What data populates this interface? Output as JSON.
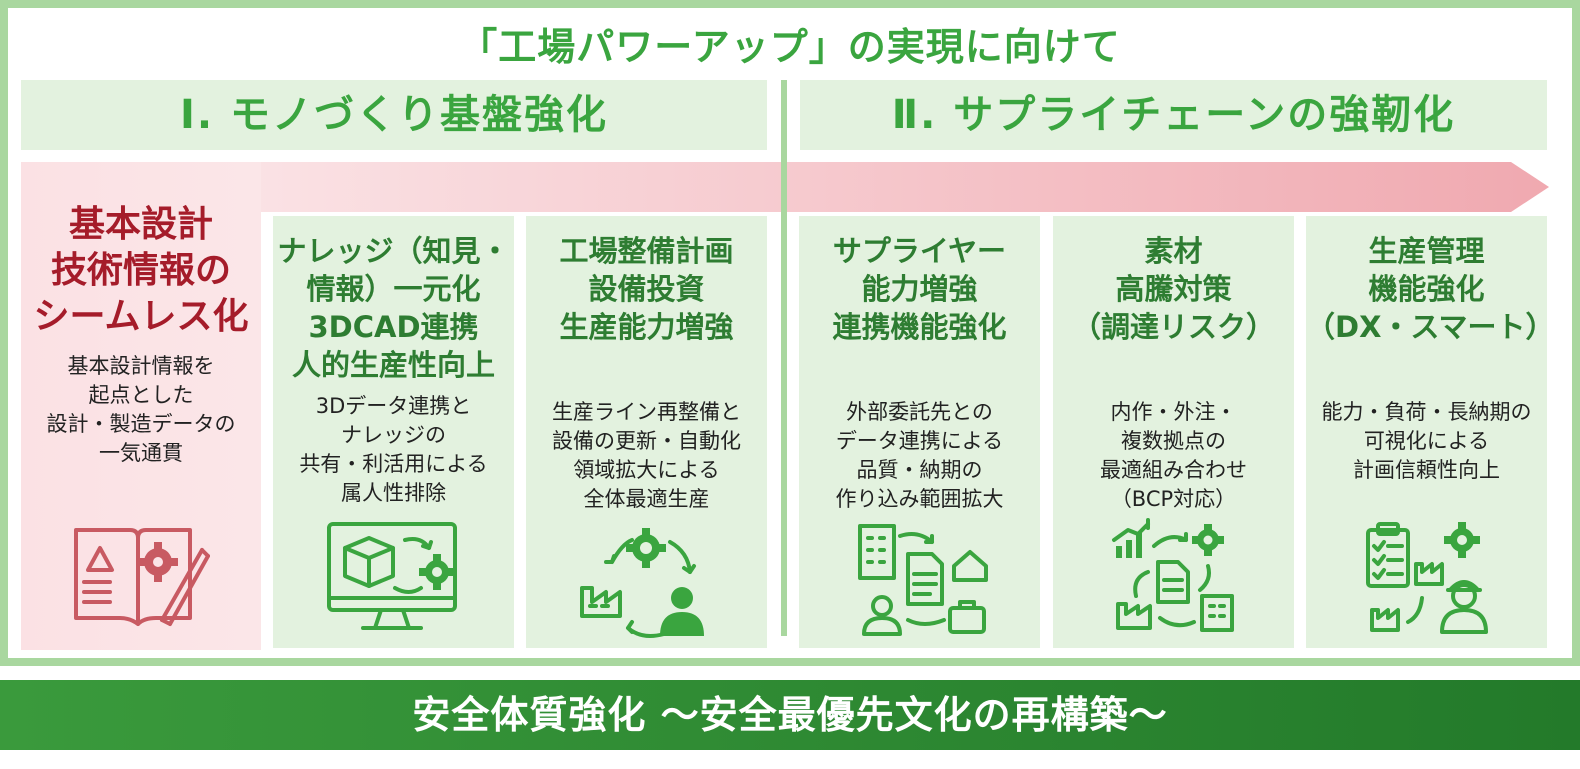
{
  "title": "「工場パワーアップ」の実現に向けて",
  "pillars": [
    {
      "label": "Ⅰ. モノづくり基盤強化"
    },
    {
      "label": "Ⅱ. サプライチェーンの強靭化"
    }
  ],
  "lead": {
    "title_lines": [
      "基本設計",
      "技術情報の",
      "シームレス化"
    ],
    "desc_lines": [
      "基本設計情報を",
      "起点とした",
      "設計・製造データの",
      "一気通貫"
    ]
  },
  "cards": [
    {
      "title_lines": [
        "ナレッジ（知見・",
        "情報）一元化",
        "3DCAD連携",
        "人的生産性向上"
      ],
      "desc_lines": [
        "3Dデータ連携と",
        "ナレッジの",
        "共有・利活用による",
        "属人性排除"
      ]
    },
    {
      "title_lines": [
        "工場整備計画",
        "設備投資",
        "生産能力増強"
      ],
      "desc_lines": [
        "生産ライン再整備と",
        "設備の更新・自動化",
        "領域拡大による",
        "全体最適生産"
      ]
    },
    {
      "title_lines": [
        "サプライヤー",
        "能力増強",
        "連携機能強化"
      ],
      "desc_lines": [
        "外部委託先との",
        "データ連携による",
        "品質・納期の",
        "作り込み範囲拡大"
      ]
    },
    {
      "title_lines": [
        "素材",
        "高騰対策",
        "（調達リスク）"
      ],
      "desc_lines": [
        "内作・外注・",
        "複数拠点の",
        "最適組み合わせ",
        "（BCP対応）"
      ]
    },
    {
      "title_lines": [
        "生産管理",
        "機能強化",
        "（DX・スマート）"
      ],
      "desc_lines": [
        "能力・負荷・長納期の",
        "可視化による",
        "計画信頼性向上"
      ]
    }
  ],
  "icons": {
    "lead": "design-document-gear-pencil-icon",
    "card1": "monitor-3d-cube-gear-icon",
    "card2": "factory-gear-worker-cycle-icon",
    "card3": "building-document-person-briefcase-icon",
    "card4": "chart-dollar-document-factory-building-icon",
    "card5": "checklist-factory-gear-engineer-icon"
  },
  "colors": {
    "green_accent": "#3aa53f",
    "green_light": "#e3f2df",
    "frame_green": "#a9d79f",
    "lead_red": "#a51c2a",
    "lead_pink": "#fbe1e4",
    "icon_green": "#3aa53f",
    "icon_red": "#c85a62",
    "bottom_green": "#2e8b33"
  },
  "bottom_banner": "安全体質強化 ～安全最優先文化の再構築～"
}
